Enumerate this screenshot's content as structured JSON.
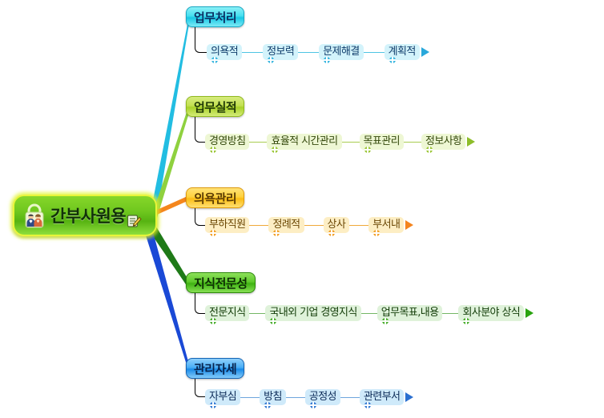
{
  "diagram": {
    "type": "mind-map",
    "title_node": {
      "label": "간부사원용",
      "left_icon": "lock-people-icon",
      "right_icon": "note-pencil-icon",
      "color": "#6fc71e",
      "glow_color": "#e1f532"
    },
    "branches": [
      {
        "label": "업무처리",
        "color": "#19c8e4",
        "theme": "cyan",
        "items": [
          "의욕적",
          "정보력",
          "문제해결",
          "계획적"
        ],
        "end_marker": "right-arrow-icon"
      },
      {
        "label": "업무실적",
        "color": "#a9d22a",
        "theme": "lime",
        "items": [
          "경영방침",
          "효율적 시간관리",
          "목표관리",
          "정보사항"
        ],
        "end_marker": "right-arrow-icon"
      },
      {
        "label": "의욕관리",
        "color": "#fbbd14",
        "theme": "gold",
        "items": [
          "부하직원",
          "정례적",
          "상사",
          "부서내"
        ],
        "end_marker": "right-arrow-icon"
      },
      {
        "label": "지식전문성",
        "color": "#3fb312",
        "theme": "green",
        "items": [
          "전문지식",
          "국내외 기업 경영지식",
          "업무목표,내용",
          "회사분야 상식"
        ],
        "end_marker": "right-arrow-icon"
      },
      {
        "label": "관리자세",
        "color": "#1a8ae8",
        "theme": "blue",
        "items": [
          "자부심",
          "방침",
          "공정성",
          "관련부서"
        ],
        "end_marker": "right-arrow-icon"
      }
    ]
  }
}
